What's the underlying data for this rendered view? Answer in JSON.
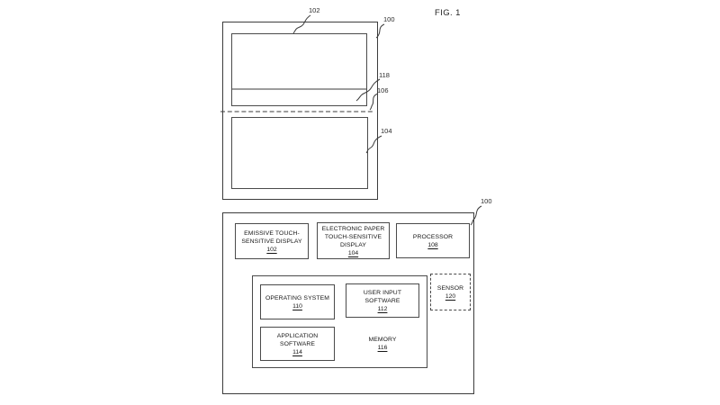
{
  "figure": {
    "title": "FIG. 1"
  },
  "device_view": {
    "labels": {
      "screen_top": "102",
      "housing": "100",
      "bezel_strip": "118",
      "fold": "106",
      "screen_bottom": "104"
    }
  },
  "block_view": {
    "housing_ref": "100",
    "emissive_display": {
      "label": "EMISSIVE TOUCH-\nSENSITIVE DISPLAY",
      "ref": "102"
    },
    "epaper_display": {
      "label": "ELECTRONIC PAPER\nTOUCH-SENSITIVE\nDISPLAY",
      "ref": "104"
    },
    "processor": {
      "label": "PROCESSOR",
      "ref": "108"
    },
    "operating_system": {
      "label": "OPERATING SYSTEM",
      "ref": "110"
    },
    "user_input_software": {
      "label": "USER INPUT\nSOFTWARE",
      "ref": "112"
    },
    "application_software": {
      "label": "APPLICATION\nSOFTWARE",
      "ref": "114"
    },
    "memory": {
      "label": "MEMORY",
      "ref": "116"
    },
    "sensor": {
      "label": "SENSOR",
      "ref": "120"
    }
  }
}
